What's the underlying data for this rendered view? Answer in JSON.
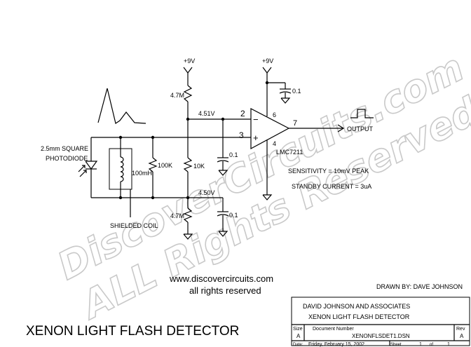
{
  "diagram": {
    "title": "XENON LIGHT FLASH DETECTOR",
    "website": "www.discovercircuits.com",
    "rights": "all rights reserved",
    "drawn_by": "DRAWN BY: DAVE JOHNSON",
    "watermark": {
      "line1": "DiscoverCircuits.com",
      "line2": "ALL Rights Reserved"
    },
    "labels": {
      "vcc_left": "+9V",
      "vcc_right": "+9V",
      "r_top": "4.7M",
      "r_bottom": "4.7M",
      "v_top": "4.51V",
      "v_bottom": "4.50V",
      "r_100k": "100K",
      "r_10k": "10K",
      "l_100mh": "100mH",
      "c_mid": "0.1",
      "c_bottom": "0.1",
      "c_supply": "0.1",
      "photodiode_1": "2.5mm SQUARE",
      "photodiode_2": "PHOTODIODE",
      "coil": "SHIELDED COIL",
      "pin_2": "2",
      "pin_3": "3",
      "pin_4": "4",
      "pin_6": "6",
      "pin_7": "7",
      "minus": "−",
      "plus": "+",
      "opamp": "LMC7211",
      "output": "OUTPUT",
      "sensitivity": "SENSITIVITY = 10mV PEAK",
      "standby": "STANDBY CURRENT = 3uA"
    },
    "title_block": {
      "company": "DAVID JOHNSON AND ASSOCIATES",
      "project": "XENON LIGHT FLASH DETECTOR",
      "size_label": "Size",
      "size_value": "A",
      "docnum_label": "Document Number",
      "docnum_value": "XENONFLSDET1.DSN",
      "rev_label": "Rev",
      "rev_value": "A",
      "date_label": "Date:",
      "date_value": "Friday, February 15, 2002",
      "sheet_label": "Sheet",
      "sheet_value": "1",
      "of_label": "of",
      "of_value": "1"
    }
  }
}
